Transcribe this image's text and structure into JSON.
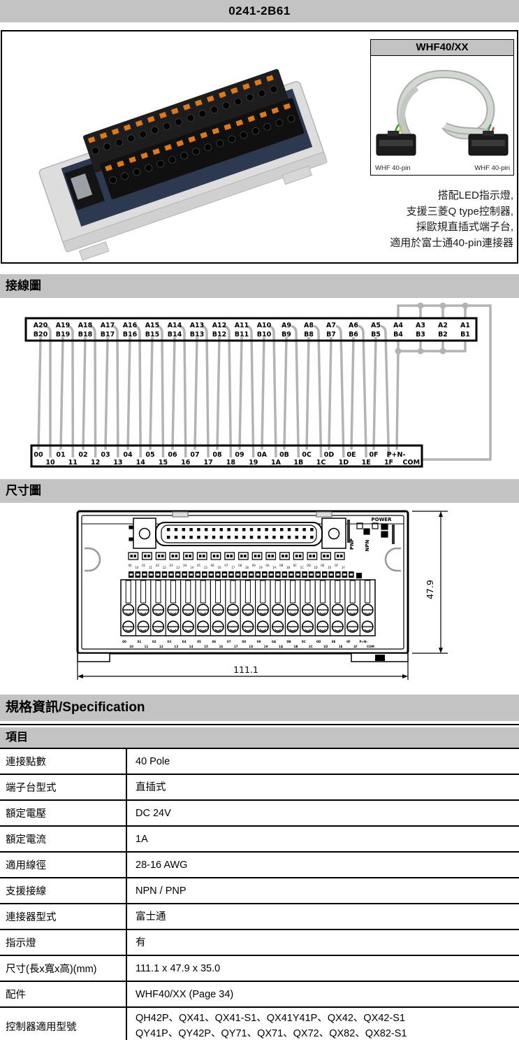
{
  "page_title": "0241-2B61",
  "product": {
    "accessory_title": "WHF40/XX",
    "connector_label_left": "WHF 40-pin",
    "connector_label_right": "WHF 40-pin",
    "features": [
      "搭配LED指示燈,",
      "支援三菱Q type控制器,",
      "採歐規直插式端子台,",
      "適用於富士通40-pin連接器"
    ]
  },
  "sections": {
    "wiring": "接線圖",
    "dimension": "尺寸圖",
    "spec": "規格資訊/Specification",
    "item": "項目"
  },
  "wiring": {
    "a_labels": [
      "A20",
      "A19",
      "A18",
      "A17",
      "A16",
      "A15",
      "A14",
      "A13",
      "A12",
      "A11",
      "A10",
      "A9",
      "A8",
      "A7",
      "A6",
      "A5",
      "A4",
      "A3",
      "A2",
      "A1"
    ],
    "b_labels": [
      "B20",
      "B19",
      "B18",
      "B17",
      "B16",
      "B15",
      "B14",
      "B13",
      "B12",
      "B11",
      "B10",
      "B9",
      "B8",
      "B7",
      "B6",
      "B5",
      "B4",
      "B3",
      "B2",
      "B1"
    ],
    "out_top": [
      "00",
      "01",
      "02",
      "03",
      "04",
      "05",
      "06",
      "07",
      "08",
      "09",
      "0A",
      "0B",
      "0C",
      "0D",
      "0E",
      "0F",
      "P+N-"
    ],
    "out_bottom": [
      "10",
      "11",
      "12",
      "13",
      "14",
      "15",
      "16",
      "17",
      "18",
      "19",
      "1A",
      "1B",
      "1C",
      "1D",
      "1E",
      "1F",
      "COM"
    ]
  },
  "dimension": {
    "width_label": "111.1",
    "height_label": "47.9",
    "power_label": "POWER",
    "pnp_label": "PNP",
    "npn_label": "NPN"
  },
  "spec": {
    "rows": [
      {
        "label": "連接點數",
        "value": "40 Pole"
      },
      {
        "label": "端子台型式",
        "value": "直插式"
      },
      {
        "label": "額定電壓",
        "value": "DC 24V"
      },
      {
        "label": "額定電流",
        "value": "1A"
      },
      {
        "label": "適用線徑",
        "value": "28-16 AWG"
      },
      {
        "label": "支援接線",
        "value": "NPN / PNP"
      },
      {
        "label": "連接器型式",
        "value": "富士通"
      },
      {
        "label": "指示燈",
        "value": "有"
      },
      {
        "label": "尺寸(長x寬x高)(mm)",
        "value": "111.1 x 47.9 x 35.0"
      },
      {
        "label": "配件",
        "value": "WHF40/XX (Page 34)"
      },
      {
        "label": "控制器適用型號",
        "value": "QH42P、QX41、QX41-S1、QX41Y41P、QX42、QX42-S1\nQY41P、QY42P、QY71、QX71、QX72、QX82、QX82-S1"
      }
    ]
  },
  "colors": {
    "bar_gray": "#c3c3c3",
    "wire_gray": "#b3b3b3",
    "clip_orange": "#e07818",
    "pcb_navy": "#2c3950"
  }
}
